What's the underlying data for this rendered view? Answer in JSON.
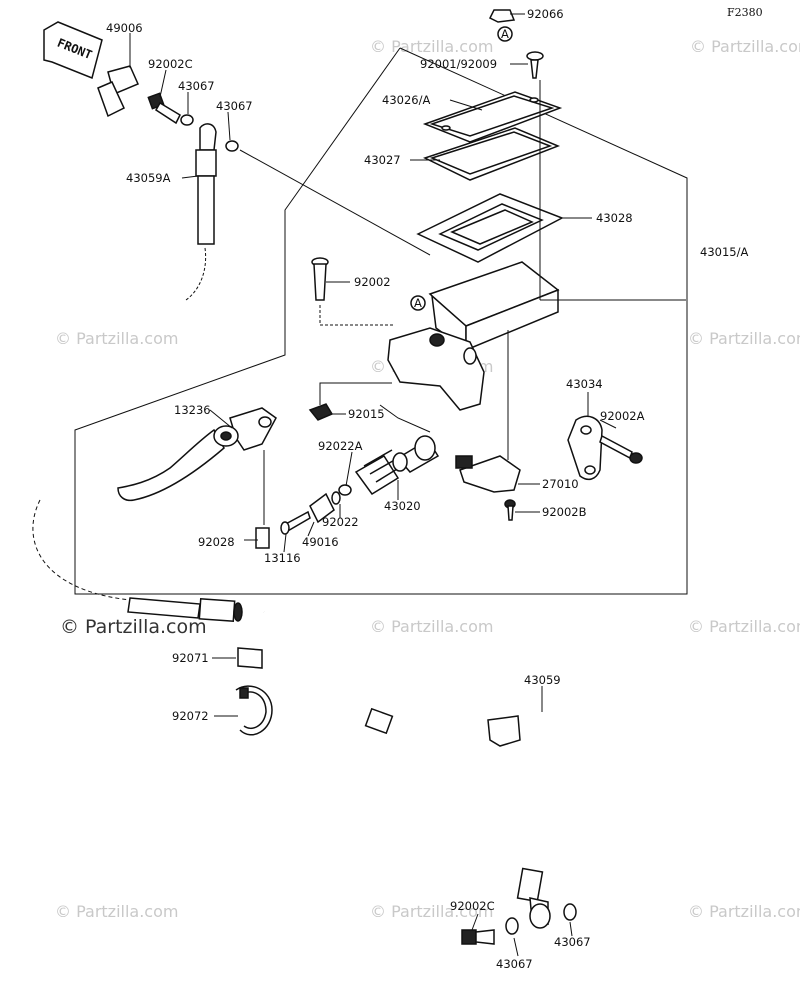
{
  "figure_code": "F2380",
  "front_label": "FRONT",
  "ref_marker": "A",
  "watermark_text": "© Partzilla.com",
  "part_labels": {
    "p92066": "92066",
    "p49006": "49006",
    "p92002C_top": "92002C",
    "p43067_top_a": "43067",
    "p43067_top_b": "43067",
    "p43059A": "43059A",
    "p92001": "92001/92009",
    "p43026": "43026/A",
    "p43027": "43027",
    "p43028": "43028",
    "p43015": "43015/A",
    "p92002": "92002",
    "p43034": "43034",
    "p92002A": "92002A",
    "p13236": "13236",
    "p92015": "92015",
    "p92022A": "92022A",
    "p43020": "43020",
    "p27010": "27010",
    "p92002B": "92002B",
    "p92022": "92022",
    "p49016": "49016",
    "p92028": "92028",
    "p13116": "13116",
    "p92071": "92071",
    "p92072": "92072",
    "p43059": "43059",
    "p92002C_bot": "92002C",
    "p43067_bot_a": "43067",
    "p43067_bot_b": "43067"
  }
}
